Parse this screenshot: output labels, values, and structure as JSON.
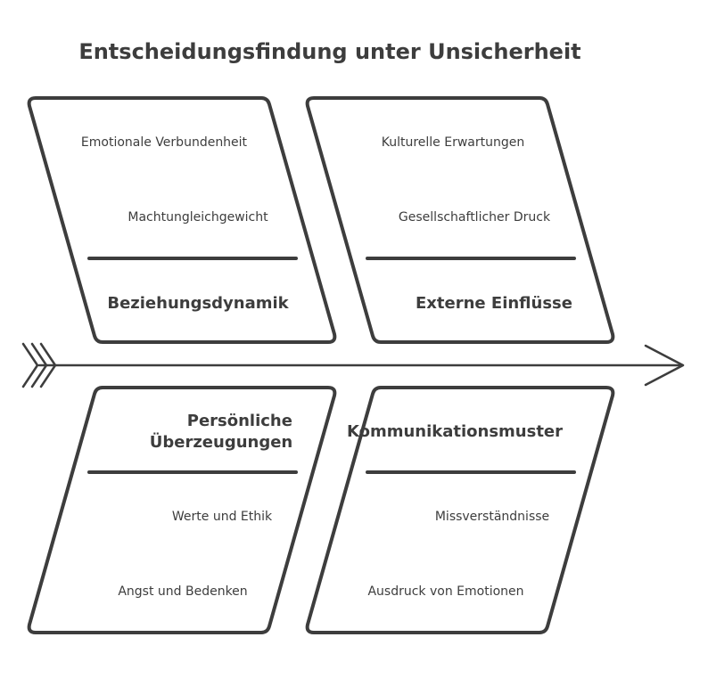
{
  "title": "Entscheidungsfindung unter Unsicherheit",
  "categories": [
    {
      "label_lines": [
        "Beziehungsdynamik"
      ],
      "causes": [
        "Emotionale Verbundenheit",
        "Machtungleichgewicht"
      ]
    },
    {
      "label_lines": [
        "Externe Einflüsse"
      ],
      "causes": [
        "Kulturelle Erwartungen",
        "Gesellschaftlicher Druck"
      ]
    },
    {
      "label_lines": [
        "Persönliche",
        "Überzeugungen"
      ],
      "causes": [
        "Werte und Ethik",
        "Angst und Bedenken"
      ]
    },
    {
      "label_lines": [
        "Kommunikationsmuster"
      ],
      "causes": [
        "Missverständnisse",
        "Ausdruck von Emotionen"
      ]
    }
  ]
}
